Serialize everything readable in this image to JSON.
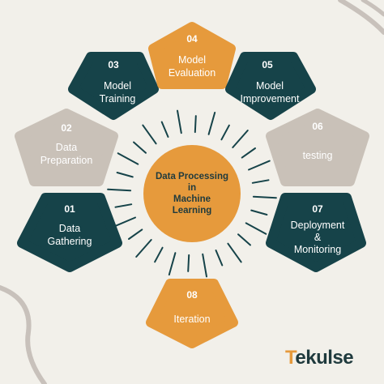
{
  "colors": {
    "background": "#f2f0ea",
    "dark_teal": "#164349",
    "orange": "#e69a3c",
    "gray": "#c9c1b8",
    "deco": "#c8c1bb"
  },
  "center": {
    "line1": "Data Processing",
    "line2": "in",
    "line3": "Machine",
    "line4": "Learning"
  },
  "nodes": [
    {
      "number": "01",
      "line1": "Data",
      "line2": "Gathering",
      "color": "dark_teal"
    },
    {
      "number": "02",
      "line1": "Data",
      "line2": "Preparation",
      "color": "gray"
    },
    {
      "number": "03",
      "line1": "Model",
      "line2": "Training",
      "color": "dark_teal"
    },
    {
      "number": "04",
      "line1": "Model",
      "line2": "Evaluation",
      "color": "orange"
    },
    {
      "number": "05",
      "line1": "Model",
      "line2": "Improvement",
      "color": "dark_teal"
    },
    {
      "number": "06",
      "line1": "testing",
      "color": "gray"
    },
    {
      "number": "07",
      "line1": "Deployment",
      "line2": "&",
      "line3": "Monitoring",
      "color": "dark_teal"
    },
    {
      "number": "08",
      "line1": "Iteration",
      "color": "orange"
    }
  ],
  "brand": {
    "mark": "T",
    "name": "ekulse"
  }
}
